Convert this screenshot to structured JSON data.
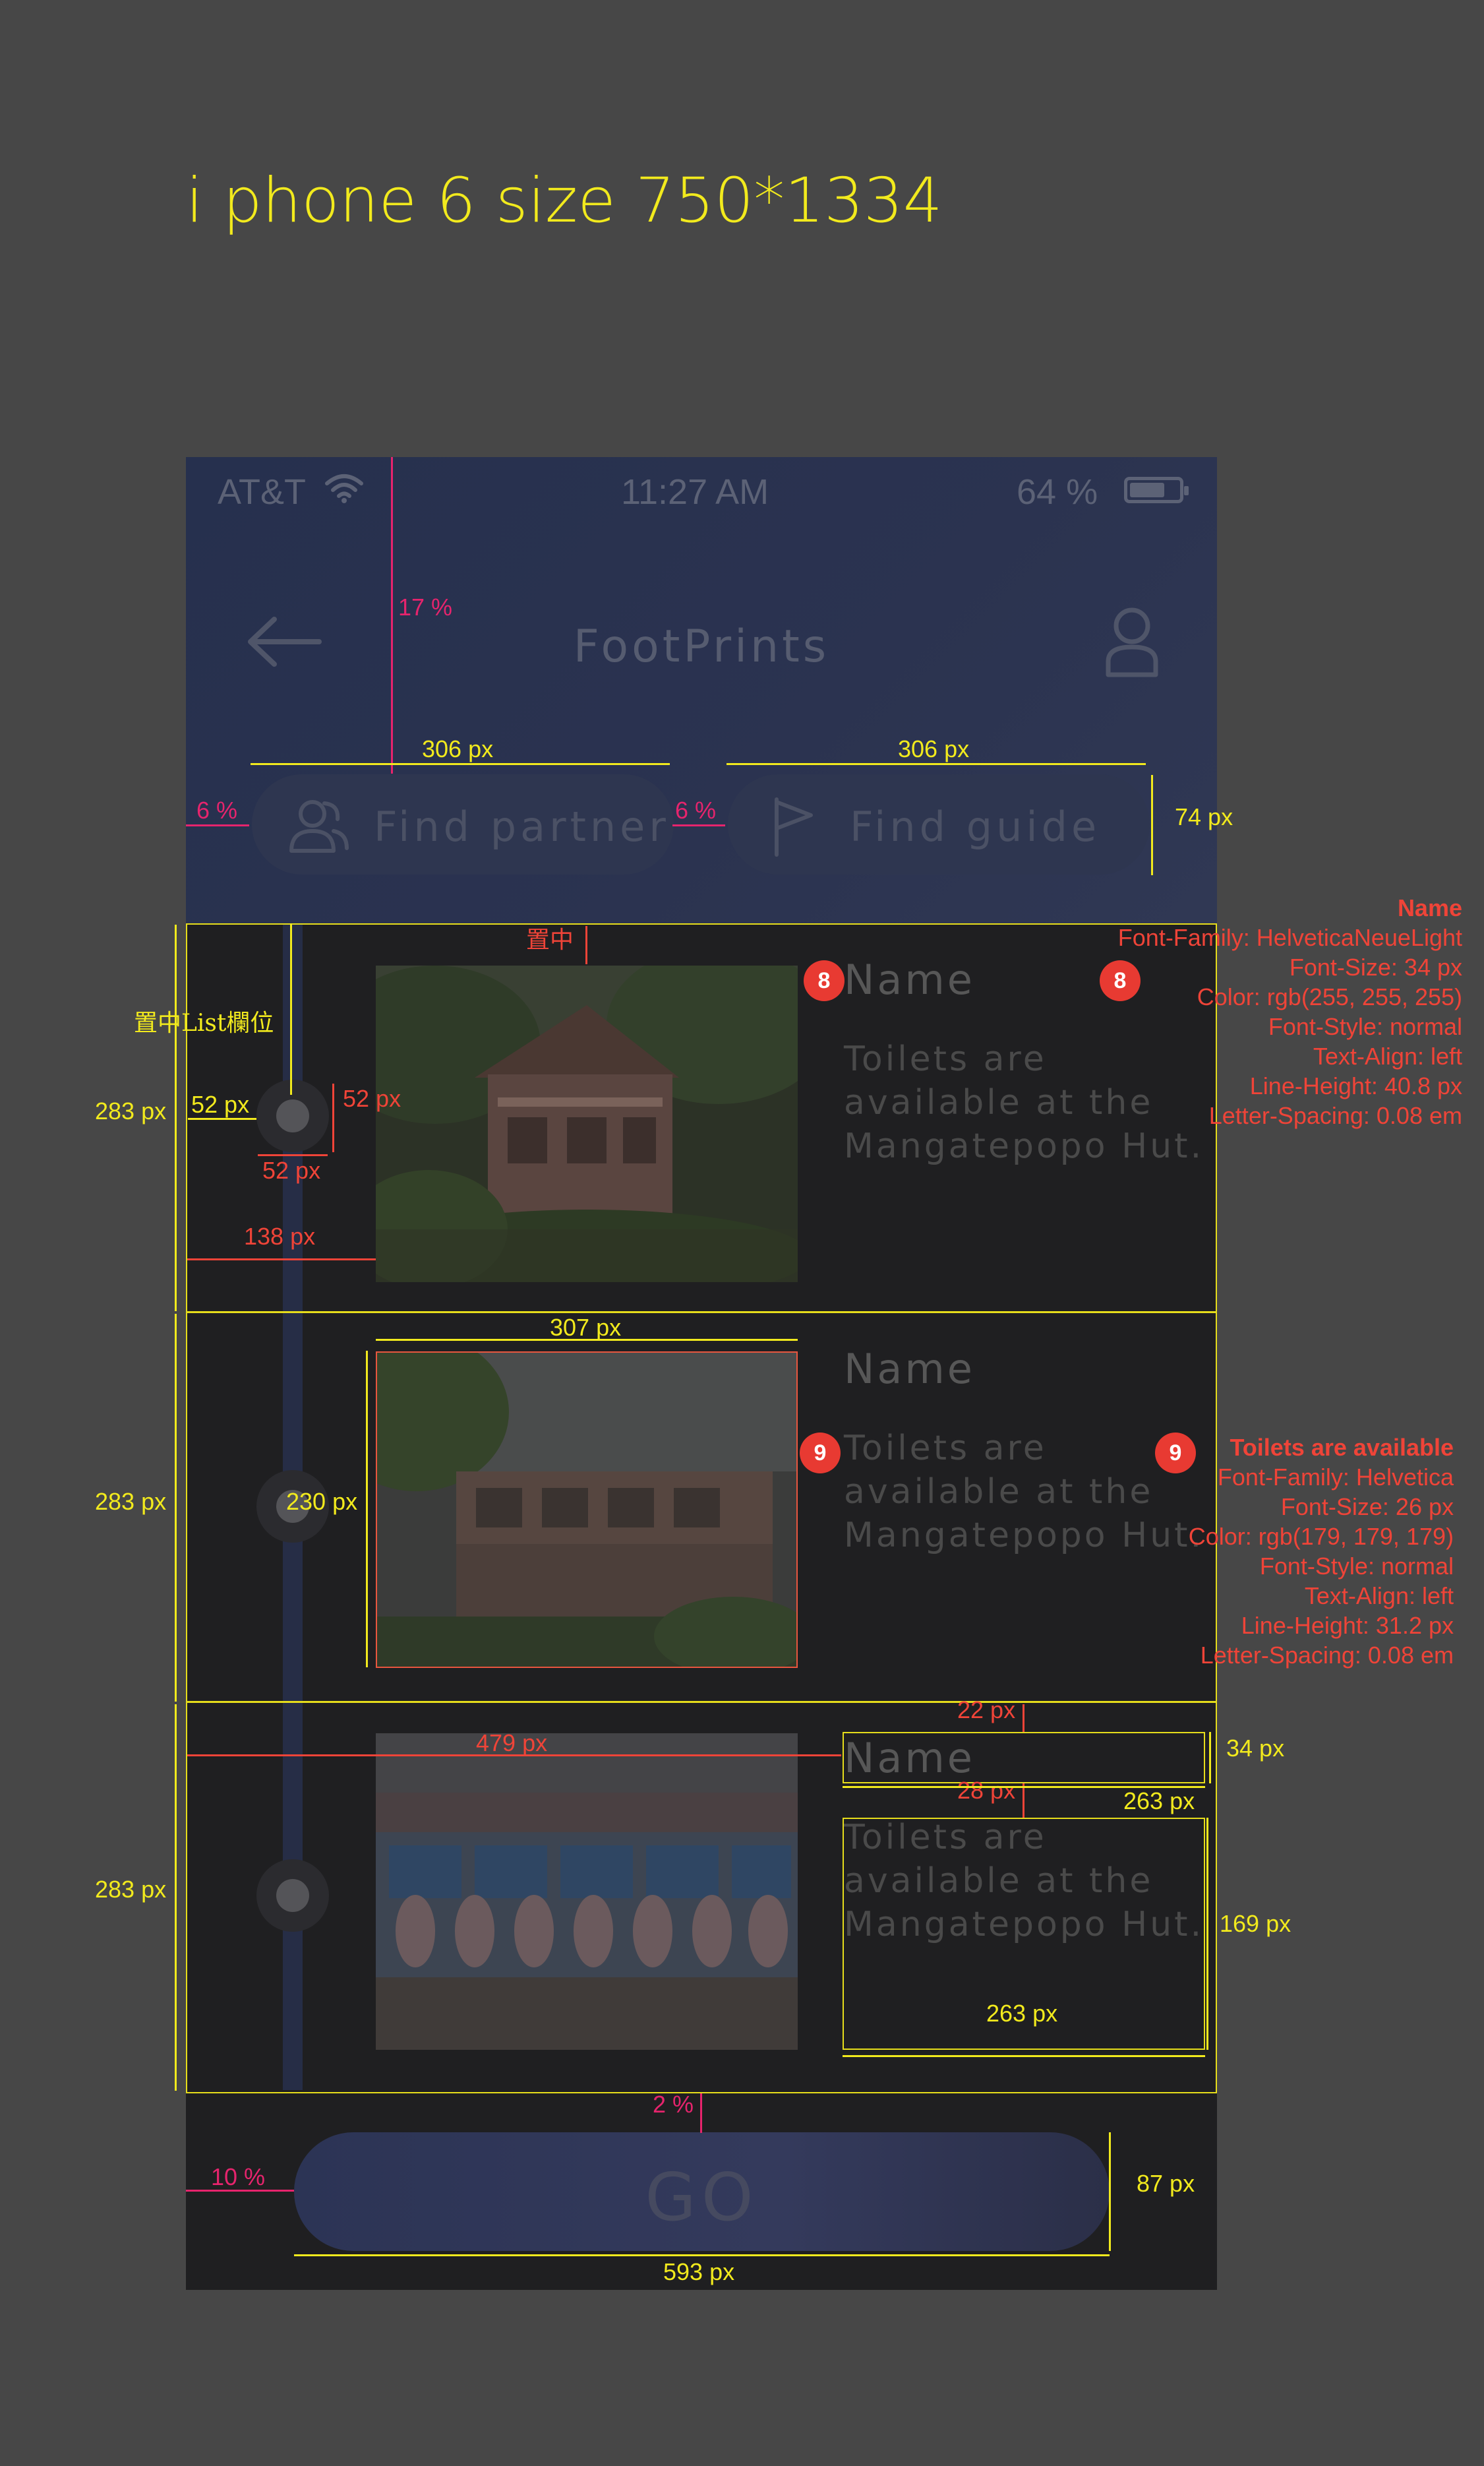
{
  "spec_title": "i phone 6 size 750*1334",
  "status_bar": {
    "carrier": "AT&T",
    "time": "11:27 AM",
    "battery": "64 %"
  },
  "header": {
    "title": "FootPrints"
  },
  "tabs": [
    {
      "label": "Find partner",
      "icon": "user-group-icon"
    },
    {
      "label": "Find guide",
      "icon": "flag-icon"
    }
  ],
  "items": [
    {
      "name": "Name",
      "description": "Toilets are available at the Mangatepopo Hut.",
      "photo": "wooden-house-photo"
    },
    {
      "name": "Name",
      "description": "Toilets are available at the Mangatepopo Hut.",
      "photo": "container-building-photo"
    },
    {
      "name": "Name",
      "description": "Toilets are available at the Mangatepopo Hut.",
      "photo": "cat-mural-photo"
    }
  ],
  "go_button": {
    "label": "GO"
  },
  "annotations": {
    "status_pct": "17 %",
    "tab_width_1": "306 px",
    "tab_width_2": "306 px",
    "left_margin_pct": "6 %",
    "gap_pct": "6 %",
    "tab_height": "74 px",
    "center_label": "置中",
    "center_list_label": "置中List欄位",
    "row_height_1": "283 px",
    "row_height_2": "283 px",
    "row_height_3": "283 px",
    "dot_offset": "52 px",
    "dot_size_v": "52 px",
    "dot_size_h": "52 px",
    "photo_left": "138 px",
    "photo_width": "307 px",
    "photo_height": "230 px",
    "text_left": "479 px",
    "top_gap": "22 px",
    "name_gap": "28 px",
    "name_height": "34 px",
    "text_width_1": "263 px",
    "desc_height": "169 px",
    "text_width_2": "263 px",
    "bottom_gap": "2 %",
    "go_left": "10 %",
    "go_height": "87 px",
    "go_width": "593 px"
  },
  "badges": [
    "8",
    "8",
    "9",
    "9"
  ],
  "spec_name": {
    "title": "Name",
    "lines": [
      "Font-Family: HelveticaNeueLight",
      "Font-Size: 34 px",
      "Color: rgb(255, 255, 255)",
      "Font-Style: normal",
      "Text-Align: left",
      "Line-Height: 40.8 px",
      "Letter-Spacing: 0.08 em"
    ]
  },
  "spec_desc": {
    "title": "Toilets are available",
    "lines": [
      "Font-Family: Helvetica",
      "Font-Size: 26 px",
      "Color: rgb(179, 179, 179)",
      "Font-Style: normal",
      "Text-Align: left",
      "Line-Height: 31.2 px",
      "Letter-Spacing: 0.08 em"
    ]
  },
  "colors": {
    "background": "#474747",
    "phone": "#1f1f21",
    "header": "#2a3250",
    "spec_yellow": "#f2ea1d",
    "spec_red": "#ef4438",
    "spec_pink": "#e6246d"
  }
}
